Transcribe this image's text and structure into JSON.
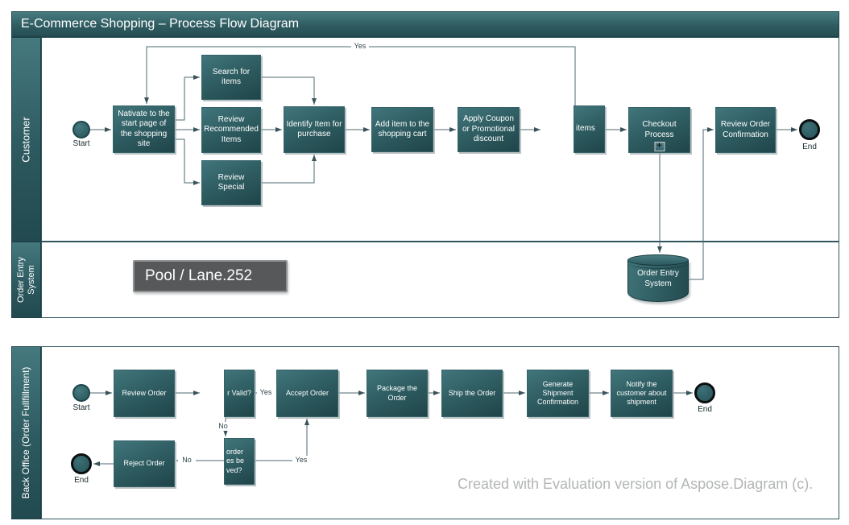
{
  "title": "E-Commerce Shopping – Process Flow Diagram",
  "lanes": {
    "customer": "Customer",
    "order_entry": "Order Entry System",
    "back_office": "Back Office (Order Fullfillment)"
  },
  "markers": {
    "start_label": "Start",
    "end_label": "End",
    "subprocess_plus": "+"
  },
  "nodes": {
    "nativate": "Nativate to the start page of the shopping site",
    "search": "Search for items",
    "recommended": "Review Recommended Items",
    "special": "Review Special",
    "identify": "Identify Item for purchase",
    "add_item": "Add item to the shopping cart",
    "coupon": "Apply Coupon or Promotional discount",
    "items_clipped": "items",
    "checkout": "Checkout Process",
    "review_confirmation": "Review Order Confirmation",
    "order_entry_db": "Order Entry System",
    "review_order": "Review Order",
    "valid_clipped": "r Valid?",
    "accept": "Accept Order",
    "package": "Package the Order",
    "ship": "Ship the Order",
    "generate": "Generate Shipment Confirmation",
    "notify": "Notify the customer about shipment",
    "reject": "Reject Order",
    "resolve_clipped": "order\nes be\nved?"
  },
  "edge_labels": {
    "yes_more_items": "Yes",
    "valid_yes": "Yes",
    "valid_no": "No",
    "resolve_yes": "Yes",
    "resolve_no": "No"
  },
  "tooltip": "Pool / Lane.252",
  "watermark": "Created with Evaluation version of Aspose.Diagram (c).",
  "colors": {
    "node_fill_top": "#41767b",
    "node_fill_bottom": "#1f4549",
    "lane_teal": "#2e5a60",
    "connector": "#4e6a72",
    "tooltip_bg": "#57585a",
    "watermark_gray": "#b3b5b6",
    "end_ring": "#0b0f10"
  }
}
